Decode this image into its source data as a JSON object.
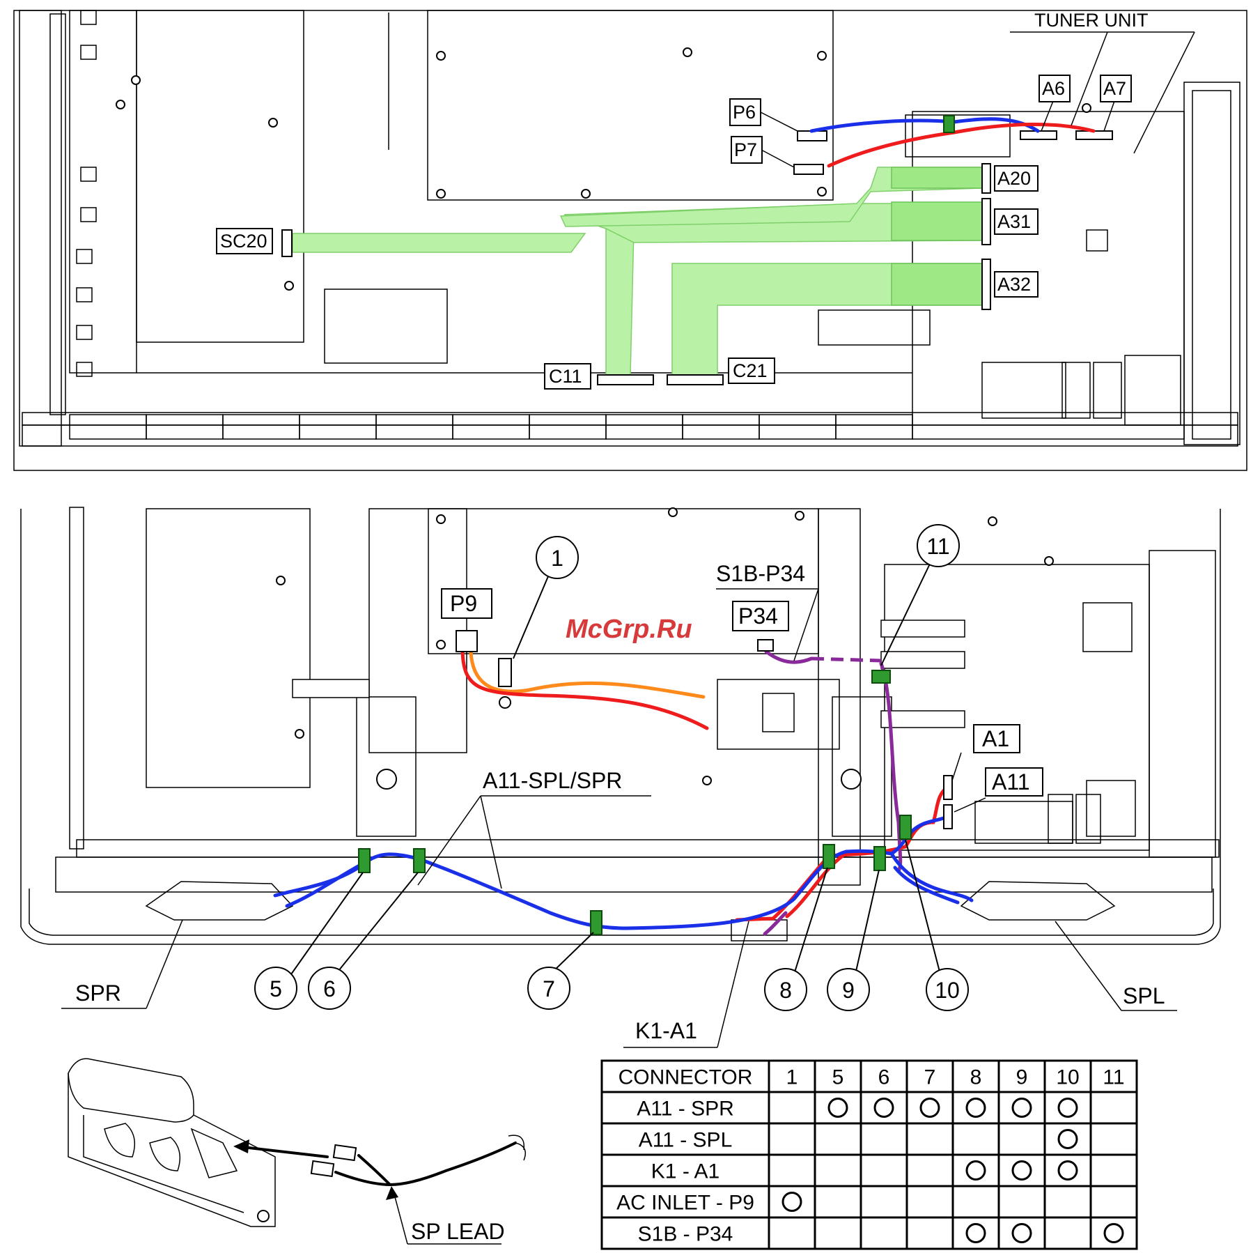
{
  "watermark": "McGrp.Ru",
  "top_view": {
    "title": "TUNER UNIT",
    "connectors": [
      "P6",
      "P7",
      "A6",
      "A7",
      "A20",
      "A31",
      "A32",
      "SC20",
      "C11",
      "C21"
    ]
  },
  "bottom_view": {
    "labels": {
      "p9": "P9",
      "p34": "P34",
      "s1b_p34": "S1B-P34",
      "a1": "A1",
      "a11": "A11",
      "a11_spl_spr": "A11-SPL/SPR",
      "spr": "SPR",
      "spl": "SPL",
      "k1_a1": "K1-A1"
    },
    "callouts": [
      "1",
      "5",
      "6",
      "7",
      "8",
      "9",
      "10",
      "11"
    ]
  },
  "speaker_detail": {
    "label": "SP LEAD"
  },
  "table": {
    "header": [
      "CONNECTOR",
      "1",
      "5",
      "6",
      "7",
      "8",
      "9",
      "10",
      "11"
    ],
    "rows": [
      {
        "name": "A11 - SPR",
        "marks": [
          false,
          true,
          true,
          true,
          true,
          true,
          true,
          false
        ]
      },
      {
        "name": "A11 - SPL",
        "marks": [
          false,
          false,
          false,
          false,
          false,
          false,
          true,
          false
        ]
      },
      {
        "name": "K1 - A1",
        "marks": [
          false,
          false,
          false,
          false,
          true,
          true,
          true,
          false
        ]
      },
      {
        "name": "AC INLET - P9",
        "marks": [
          true,
          false,
          false,
          false,
          false,
          false,
          false,
          false
        ]
      },
      {
        "name": "S1B - P34",
        "marks": [
          false,
          false,
          false,
          false,
          true,
          true,
          false,
          true
        ]
      }
    ]
  }
}
